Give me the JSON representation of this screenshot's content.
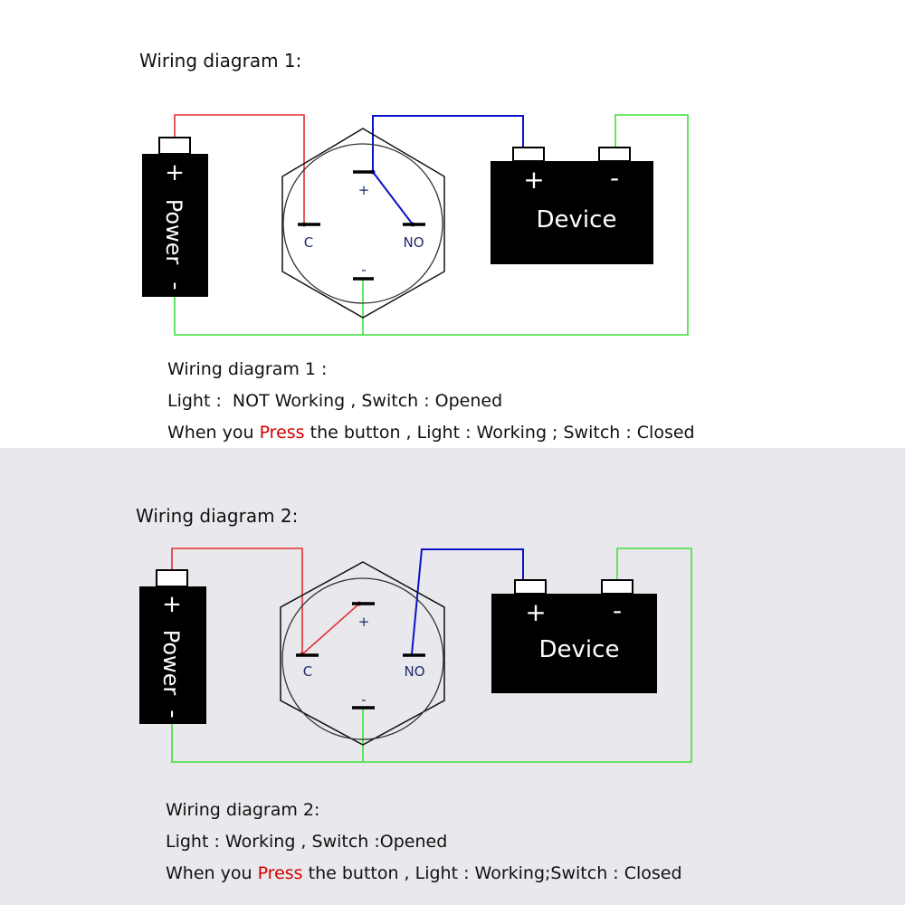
{
  "colors": {
    "positive_wire": "#e03030",
    "signal_wire": "#0a14c8",
    "ground_wire": "#3ce03c",
    "lower_background": "#e9e8ec"
  },
  "diagram1": {
    "heading": "Wiring diagram 1:",
    "battery": {
      "plus": "+",
      "label": "Power",
      "minus": "-"
    },
    "switch": {
      "plus": "+",
      "c": "C",
      "no": "NO",
      "minus": "-"
    },
    "device": {
      "plus": "+",
      "minus": "-",
      "label": "Device"
    },
    "caption": {
      "line1": "Wiring diagram 1 :",
      "line2": "Light :  NOT Working , Switch : Opened",
      "line3_a": "When you ",
      "line3_press": "Press",
      "line3_b": " the button , Light : Working ; Switch : Closed"
    }
  },
  "diagram2": {
    "heading": "Wiring diagram 2:",
    "battery": {
      "plus": "+",
      "label": "Power",
      "minus": "-"
    },
    "switch": {
      "plus": "+",
      "c": "C",
      "no": "NO",
      "minus": "-"
    },
    "device": {
      "plus": "+",
      "minus": "-",
      "label": "Device"
    },
    "caption": {
      "line1": "Wiring diagram 2:",
      "line2": "Light : Working , Switch :Opened",
      "line3_a": "When you ",
      "line3_press": "Press",
      "line3_b": " the button , Light : Working;Switch : Closed"
    }
  }
}
